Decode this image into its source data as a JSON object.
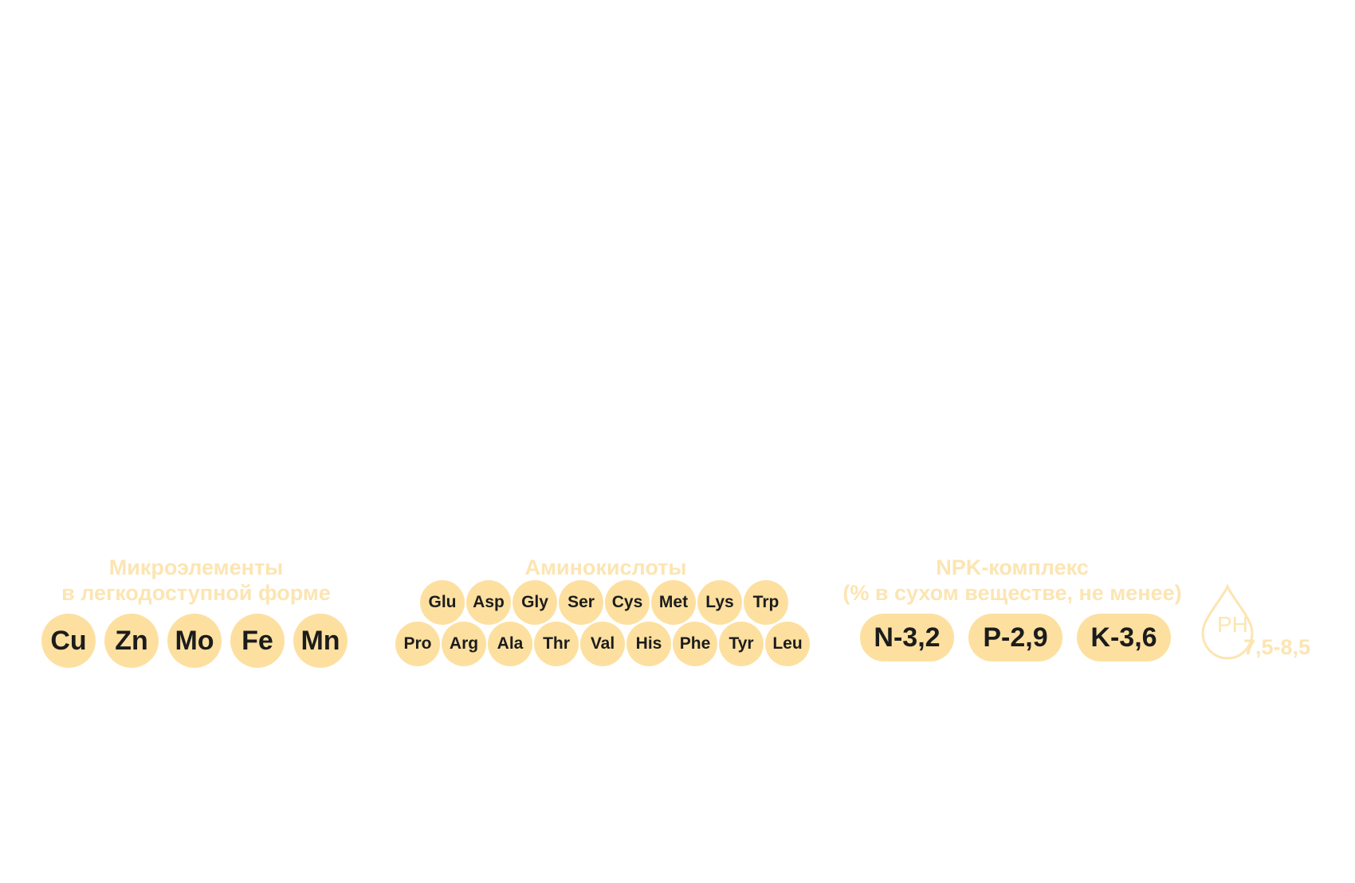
{
  "micro": {
    "title_line1": "Микроэлементы",
    "title_line2": "в легкодоступной форме",
    "items": [
      "Cu",
      "Zn",
      "Mo",
      "Fe",
      "Mn"
    ]
  },
  "amino": {
    "title": "Аминокислоты",
    "row1": [
      "Glu",
      "Asp",
      "Gly",
      "Ser",
      "Cys",
      "Met",
      "Lys",
      "Trp"
    ],
    "row2": [
      "Pro",
      "Arg",
      "Ala",
      "Thr",
      "Val",
      "His",
      "Phe",
      "Tyr",
      "Leu"
    ]
  },
  "npk": {
    "title_line1": "NPK-комплекс",
    "title_line2": "(% в сухом веществе, не менее)",
    "items": [
      "N-3,2",
      "P-2,9",
      "K-3,6"
    ]
  },
  "ph": {
    "label": "PH",
    "value": "7,5-8,5"
  },
  "colors": {
    "accent_fill": "#fde0a0",
    "title_text": "#fce5b2",
    "item_text": "#1c1c1c"
  },
  "icons": {
    "ph": "water-drop-icon"
  }
}
